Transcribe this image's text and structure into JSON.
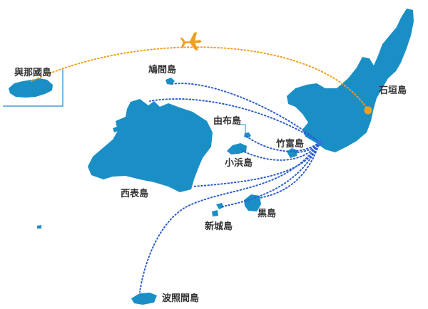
{
  "colors": {
    "island": "#1a8fc6",
    "ferry_route": "#2e5fcf",
    "flight_route": "#f0a020",
    "port": "#3b6ee0",
    "airport": "#f0a020",
    "frame": "#1a8fc6"
  },
  "icons": {
    "airplane": "airplane-icon",
    "airport": "airport-dot-icon",
    "port": "ferry-port-icon"
  },
  "islands": {
    "yonaguni": "與那國島",
    "hatoma": "鳩間島",
    "ishigaki": "石垣島",
    "yubu": "由布島",
    "taketomi": "竹富島",
    "kohama": "小浜島",
    "iriomote": "西表島",
    "kuroshima": "黒島",
    "aragusuku": "新城島",
    "hateruma": "波照間島"
  }
}
